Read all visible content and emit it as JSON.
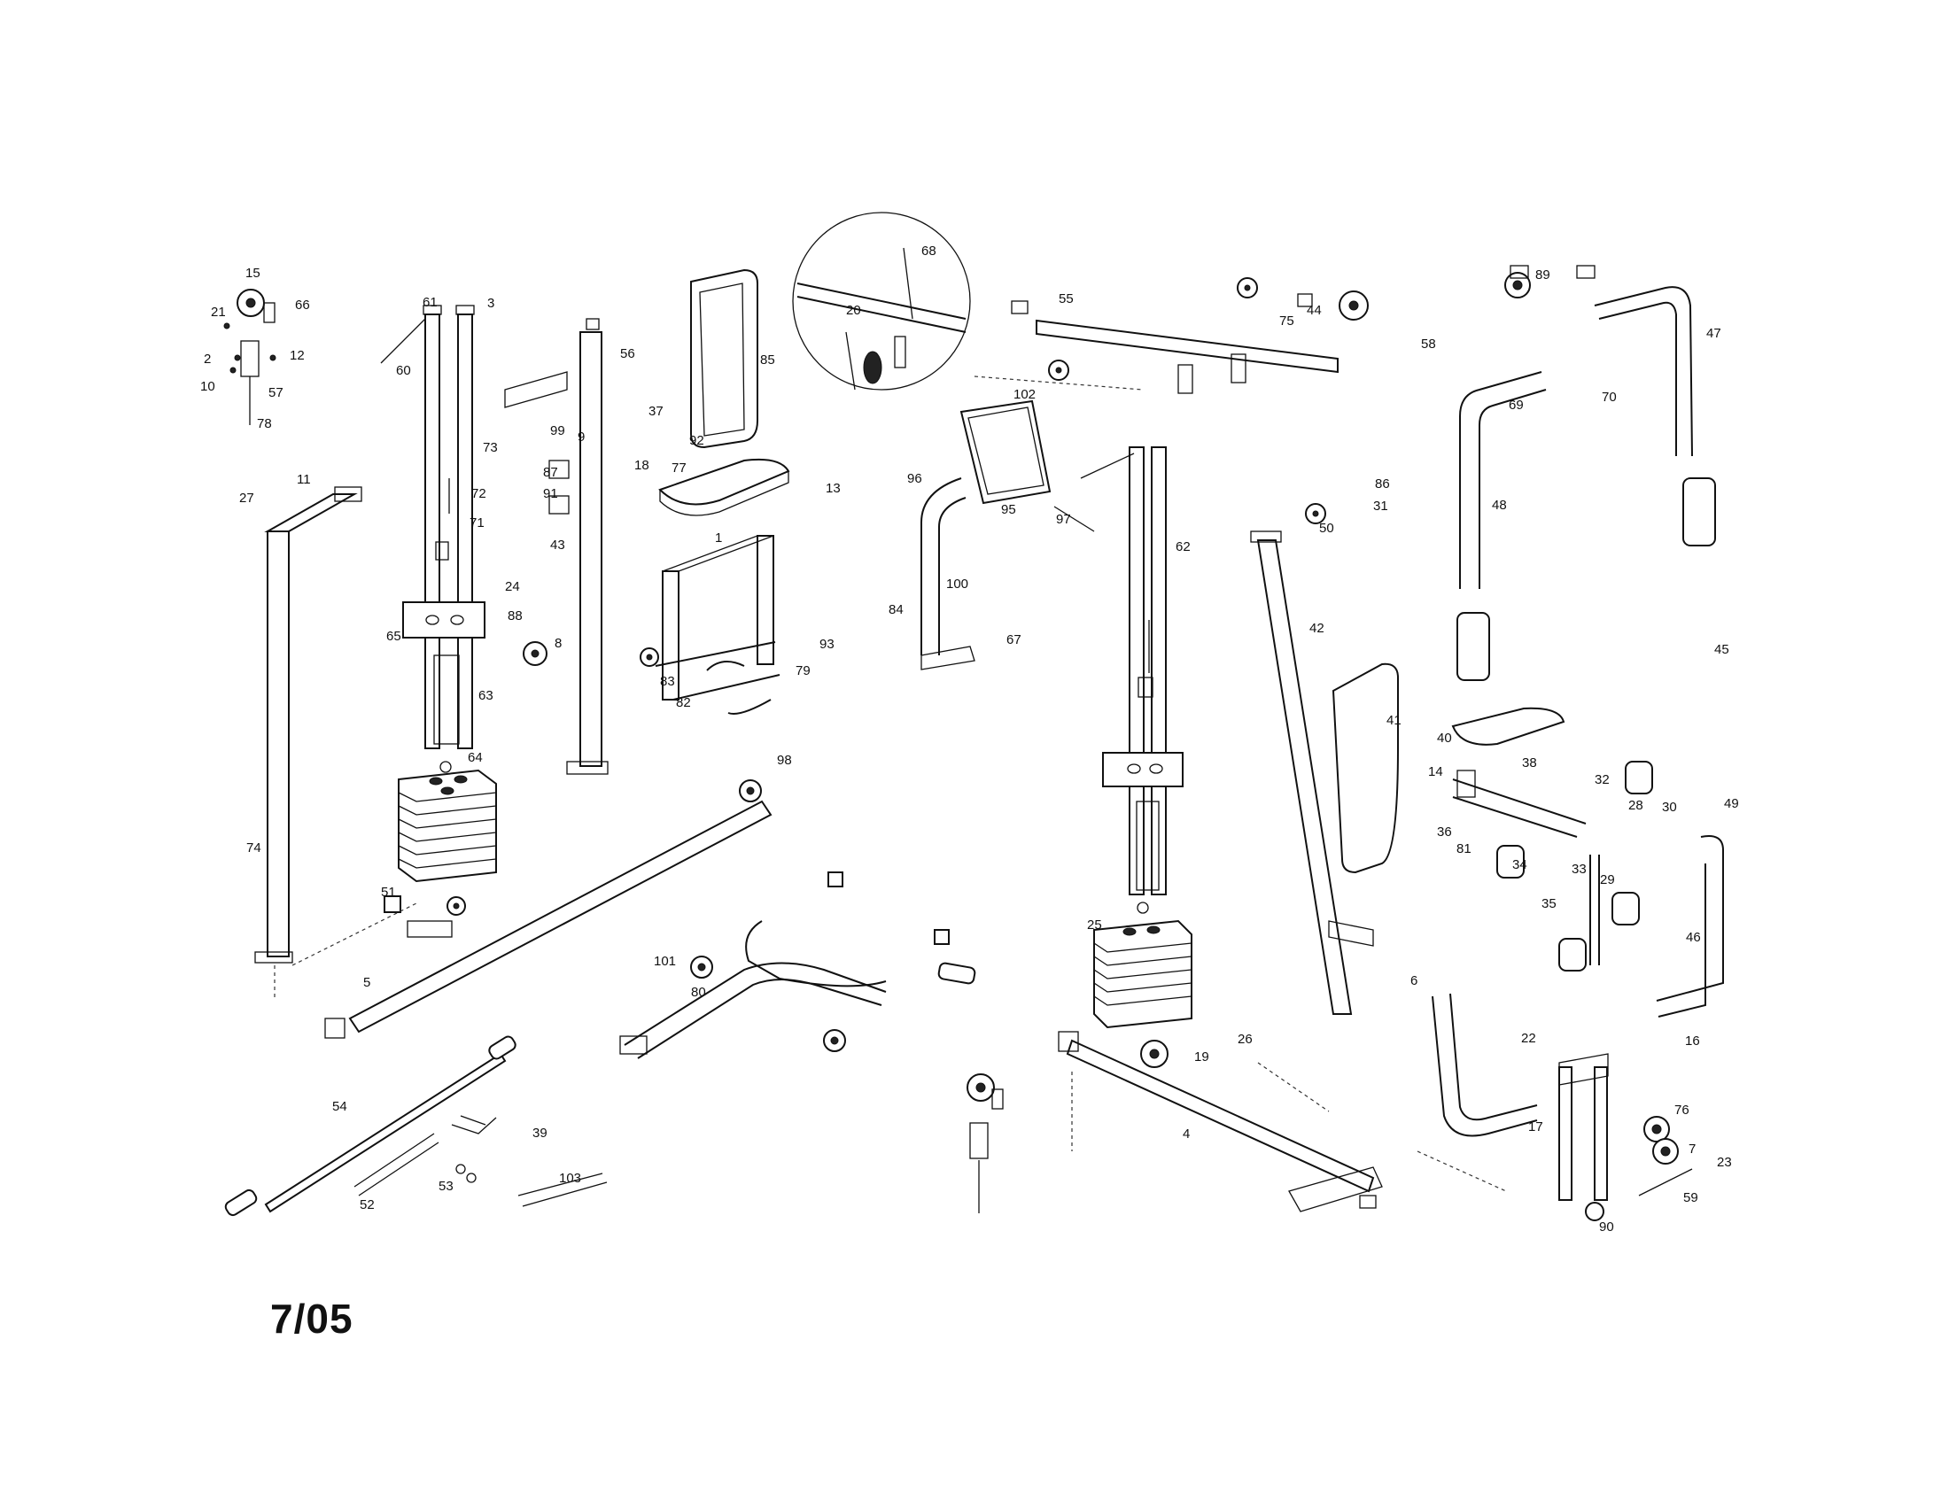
{
  "document": {
    "date_code": "7/05"
  },
  "part_callouts": [
    {
      "id": "p1",
      "label": "15"
    },
    {
      "id": "p2",
      "label": "21"
    },
    {
      "id": "p3",
      "label": "66"
    },
    {
      "id": "p4",
      "label": "2"
    },
    {
      "id": "p5",
      "label": "12"
    },
    {
      "id": "p6",
      "label": "10"
    },
    {
      "id": "p7",
      "label": "57"
    },
    {
      "id": "p8",
      "label": "78"
    },
    {
      "id": "p9",
      "label": "61"
    },
    {
      "id": "p10",
      "label": "3"
    },
    {
      "id": "p11",
      "label": "60"
    },
    {
      "id": "p12",
      "label": "73"
    },
    {
      "id": "p13",
      "label": "72"
    },
    {
      "id": "p14",
      "label": "71"
    },
    {
      "id": "p15",
      "label": "24"
    },
    {
      "id": "p16",
      "label": "65"
    },
    {
      "id": "p17",
      "label": "63"
    },
    {
      "id": "p18",
      "label": "64"
    },
    {
      "id": "p19",
      "label": "27"
    },
    {
      "id": "p20",
      "label": "11"
    },
    {
      "id": "p21",
      "label": "74"
    },
    {
      "id": "p22",
      "label": "56"
    },
    {
      "id": "p23",
      "label": "99"
    },
    {
      "id": "p24",
      "label": "9"
    },
    {
      "id": "p25",
      "label": "87"
    },
    {
      "id": "p26",
      "label": "91"
    },
    {
      "id": "p27",
      "label": "43"
    },
    {
      "id": "p28",
      "label": "88"
    },
    {
      "id": "p29",
      "label": "8"
    },
    {
      "id": "p30",
      "label": "85"
    },
    {
      "id": "p31",
      "label": "37"
    },
    {
      "id": "p32",
      "label": "92"
    },
    {
      "id": "p33",
      "label": "18"
    },
    {
      "id": "p34",
      "label": "77"
    },
    {
      "id": "p35",
      "label": "13"
    },
    {
      "id": "p36",
      "label": "1"
    },
    {
      "id": "p37",
      "label": "79"
    },
    {
      "id": "p38",
      "label": "83"
    },
    {
      "id": "p39",
      "label": "82"
    },
    {
      "id": "p40",
      "label": "68"
    },
    {
      "id": "p41",
      "label": "20"
    },
    {
      "id": "p42",
      "label": "102"
    },
    {
      "id": "p43",
      "label": "95"
    },
    {
      "id": "p44",
      "label": "97"
    },
    {
      "id": "p45",
      "label": "96"
    },
    {
      "id": "p46",
      "label": "100"
    },
    {
      "id": "p47",
      "label": "67"
    },
    {
      "id": "p48",
      "label": "84"
    },
    {
      "id": "p49",
      "label": "93"
    },
    {
      "id": "p50",
      "label": "55"
    },
    {
      "id": "p51",
      "label": "44"
    },
    {
      "id": "p52",
      "label": "58"
    },
    {
      "id": "p53",
      "label": "75"
    },
    {
      "id": "p54",
      "label": "62"
    },
    {
      "id": "p55",
      "label": "86"
    },
    {
      "id": "p56",
      "label": "31"
    },
    {
      "id": "p57",
      "label": "50"
    },
    {
      "id": "p58",
      "label": "42"
    },
    {
      "id": "p59",
      "label": "41"
    },
    {
      "id": "p60",
      "label": "89"
    },
    {
      "id": "p61",
      "label": "47"
    },
    {
      "id": "p62",
      "label": "69"
    },
    {
      "id": "p63",
      "label": "70"
    },
    {
      "id": "p64",
      "label": "48"
    },
    {
      "id": "p65",
      "label": "45"
    },
    {
      "id": "p66",
      "label": "40"
    },
    {
      "id": "p67",
      "label": "14"
    },
    {
      "id": "p68",
      "label": "38"
    },
    {
      "id": "p69",
      "label": "36"
    },
    {
      "id": "p70",
      "label": "32"
    },
    {
      "id": "p71",
      "label": "28"
    },
    {
      "id": "p72",
      "label": "30"
    },
    {
      "id": "p73",
      "label": "34"
    },
    {
      "id": "p74",
      "label": "49"
    },
    {
      "id": "p75",
      "label": "81"
    },
    {
      "id": "p76",
      "label": "33"
    },
    {
      "id": "p77",
      "label": "29"
    },
    {
      "id": "p78",
      "label": "35"
    },
    {
      "id": "p79",
      "label": "46"
    },
    {
      "id": "p80",
      "label": "6"
    },
    {
      "id": "p81",
      "label": "22"
    },
    {
      "id": "p82",
      "label": "16"
    },
    {
      "id": "p83",
      "label": "17"
    },
    {
      "id": "p84",
      "label": "76"
    },
    {
      "id": "p85",
      "label": "7"
    },
    {
      "id": "p86",
      "label": "23"
    },
    {
      "id": "p87",
      "label": "59"
    },
    {
      "id": "p88",
      "label": "90"
    },
    {
      "id": "p89",
      "label": "4"
    },
    {
      "id": "p90",
      "label": "19"
    },
    {
      "id": "p91",
      "label": "25"
    },
    {
      "id": "p92",
      "label": "26"
    },
    {
      "id": "p93",
      "label": "98"
    },
    {
      "id": "p94",
      "label": "51"
    },
    {
      "id": "p95",
      "label": "5"
    },
    {
      "id": "p96",
      "label": "54"
    },
    {
      "id": "p97",
      "label": "52"
    },
    {
      "id": "p98",
      "label": "53"
    },
    {
      "id": "p99",
      "label": "39"
    },
    {
      "id": "p100",
      "label": "103"
    },
    {
      "id": "p101",
      "label": "80"
    },
    {
      "id": "p102",
      "label": "101"
    }
  ]
}
